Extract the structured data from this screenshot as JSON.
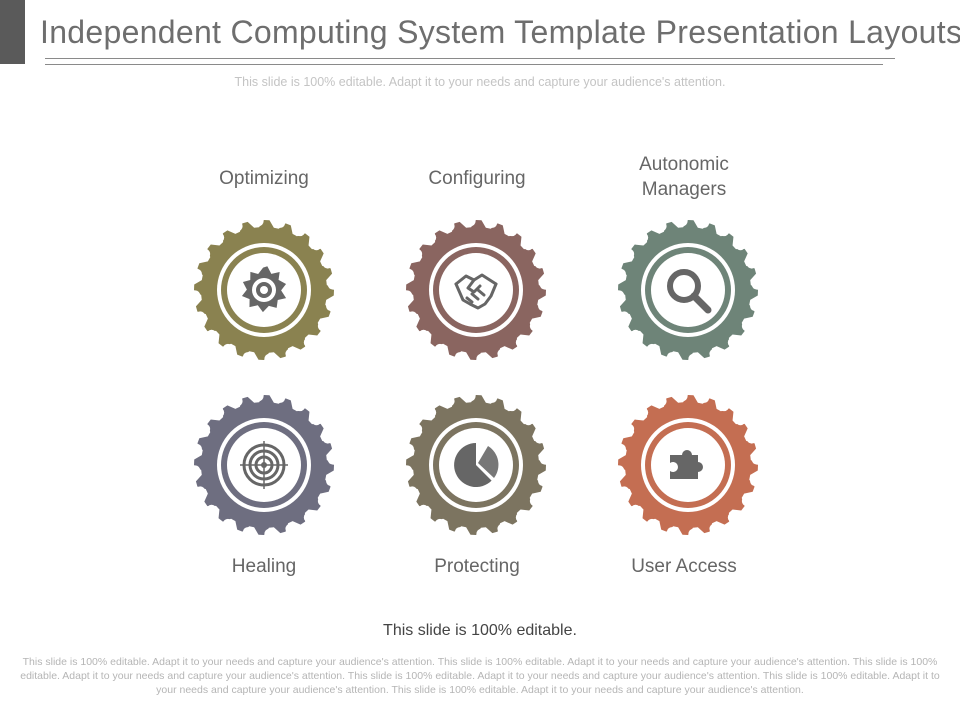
{
  "slide": {
    "title": "Independent Computing System Template Presentation Layouts",
    "subtitle": "This slide is 100% editable. Adapt it to your needs and capture your audience's attention.",
    "editable_note": "This slide is 100% editable.",
    "body_text": "This slide is 100% editable. Adapt it to your needs and capture your audience's attention. This slide is 100% editable. Adapt it to your needs and capture your audience's attention. This slide is 100% editable. Adapt it to your needs and capture your audience's attention. This slide is 100% editable. Adapt it to your needs and capture your audience's attention. This slide is 100% editable. Adapt it to your needs and capture your audience's attention. This slide is 100% editable. Adapt it to your needs and capture your audience's attention."
  },
  "gears": [
    {
      "label": "Optimizing",
      "color": "#8a8250",
      "icon": "gear-icon"
    },
    {
      "label": "Configuring",
      "color": "#8a6560",
      "icon": "handshake-icon"
    },
    {
      "label": "Autonomic Managers",
      "color": "#6e8478",
      "icon": "magnifier-icon"
    },
    {
      "label": "Healing",
      "color": "#6e6e80",
      "icon": "target-icon"
    },
    {
      "label": "Protecting",
      "color": "#7c7460",
      "icon": "pie-chart-icon"
    },
    {
      "label": "User Access",
      "color": "#c46e52",
      "icon": "puzzle-icon"
    }
  ]
}
